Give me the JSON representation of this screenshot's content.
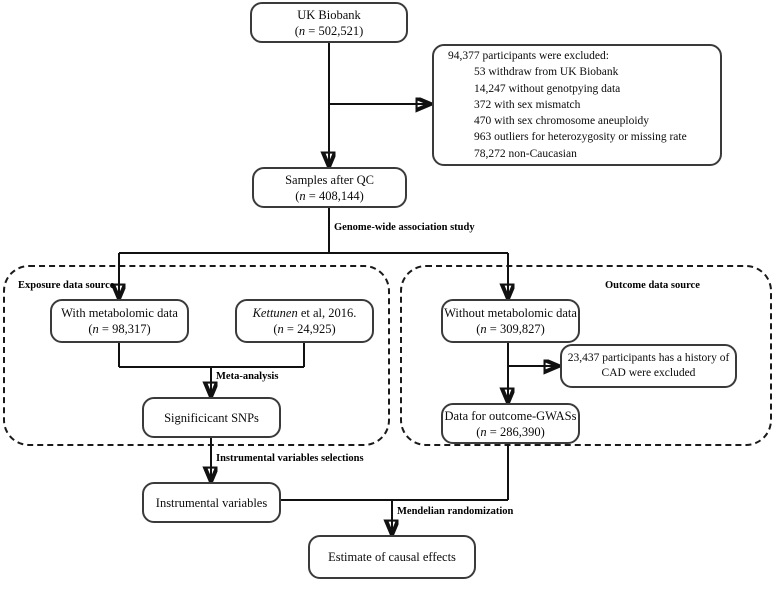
{
  "figure": {
    "type": "flowchart",
    "title": "UK Biobank Mendelian randomization study flow diagram",
    "accent_color": "#3a3a3a",
    "line_color": "#111111",
    "background": "#ffffff"
  },
  "nodes": {
    "uk_biobank": {
      "line1": "UK Biobank",
      "line2_pre": "(",
      "line2_n": "n",
      "line2_post": " = 502,521)"
    },
    "exclusion": {
      "lines": [
        "94,377 participants were excluded:",
        "53 withdraw from UK Biobank",
        "14,247 without genotpying data",
        "372 with sex mismatch",
        "470 with sex chromosome aneuploidy",
        "963 outliers for heterozygosity or missing rate",
        "78,272 non-Caucasian"
      ]
    },
    "samples_after_qc": {
      "line1": "Samples after QC",
      "line2_pre": "(",
      "line2_n": "n",
      "line2_post": " = 408,144)"
    },
    "with_metabolomic": {
      "line1": "With metabolomic data",
      "line2_pre": "(",
      "line2_n": "n",
      "line2_post": " = 98,317)"
    },
    "kettunen": {
      "line1_it": "Kettunen",
      "line1_rest": " et al, 2016.",
      "line2_pre": "(",
      "line2_n": "n",
      "line2_post": " = 24,925)"
    },
    "significant_snps": {
      "line1": "Significicant SNPs"
    },
    "without_metabolomic": {
      "line1": "Without metabolomic data",
      "line2_pre": "(",
      "line2_n": "n",
      "line2_post": " = 309,827)"
    },
    "cad_excluded": {
      "line1": "23,437 participants has a history of",
      "line2": "CAD were excluded"
    },
    "outcome_gwas": {
      "line1": "Data for outcome-GWASs",
      "line2_pre": "(",
      "line2_n": "n",
      "line2_post": " = 286,390)"
    },
    "instrumental_variables": {
      "line1": "Instrumental variables"
    },
    "estimate_causal": {
      "line1": "Estimate of causal effects"
    }
  },
  "regions": {
    "exposure": {
      "label": "Exposure data source"
    },
    "outcome": {
      "label": "Outcome data source"
    }
  },
  "edge_labels": {
    "gwas": "Genome-wide association study",
    "meta_analysis": "Meta-analysis",
    "iv_selection": "Instrumental variables selections",
    "mendelian_randomization": "Mendelian randomization"
  }
}
